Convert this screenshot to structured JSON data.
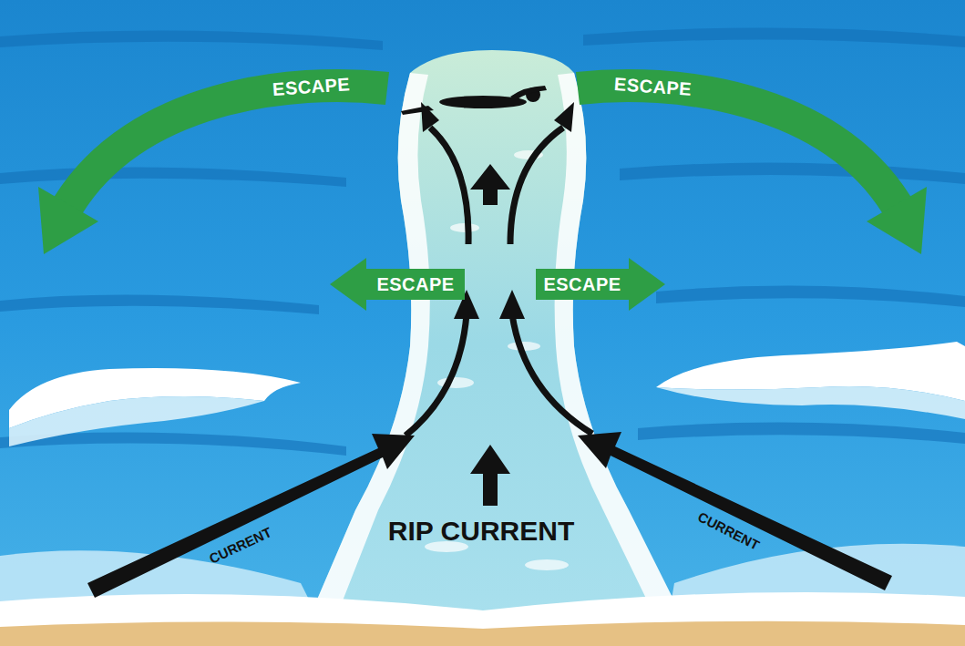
{
  "diagram": {
    "nodes": [
      {
        "text": [
          "ESCAPE"
        ]
      },
      {
        "text": [
          "ESCAPE"
        ]
      },
      {
        "text": [
          "ESCAPE"
        ]
      },
      {
        "text": [
          "ESCAPE"
        ]
      }
    ],
    "labels": [
      "RIP CURRENT",
      "CURRENT",
      "CURRENT"
    ]
  }
}
